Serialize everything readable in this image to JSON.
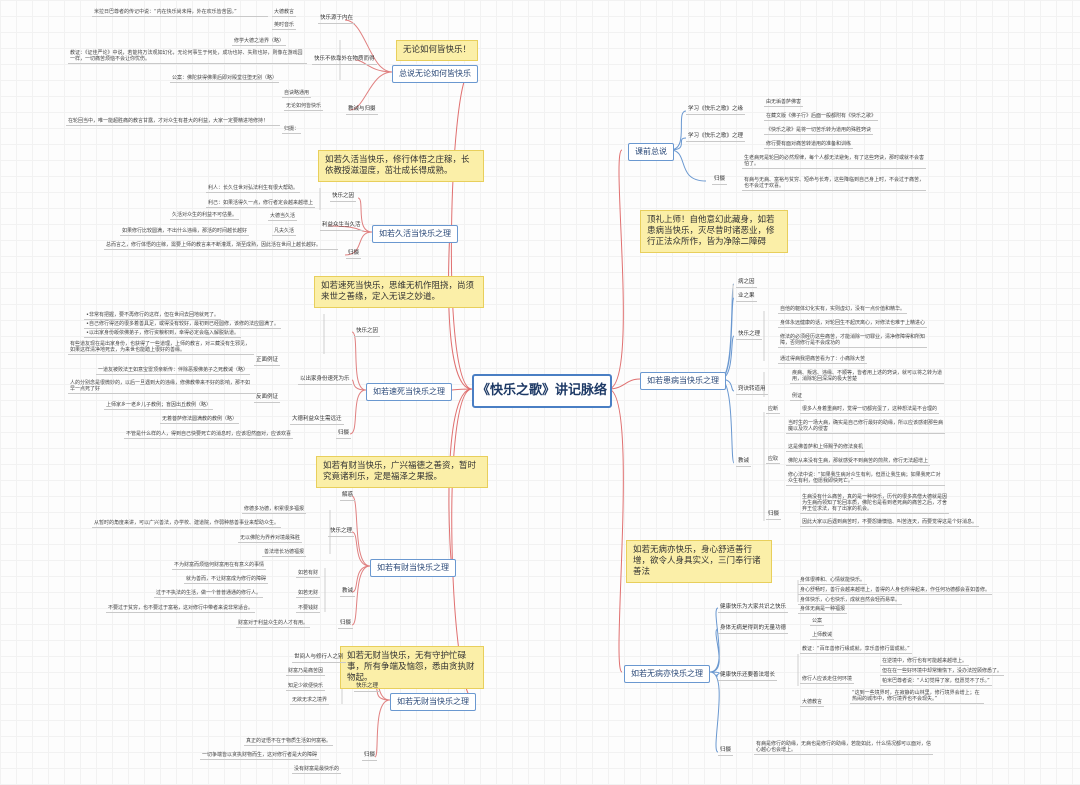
{
  "root": "《快乐之歌》讲记脉络",
  "main": {
    "m1": "总说无论如何皆快乐",
    "m2": "如若久活当快乐之理",
    "m3": "如若速死当快乐之理",
    "m4": "如若有财当快乐之理",
    "m5": "如若无财当快乐之理",
    "m6": "课前总说",
    "m7": "如若患病当快乐之理",
    "m8": "如若无病亦快乐之理"
  },
  "notes": {
    "n1": "无论如何皆快乐！",
    "n2": "如若久活当快乐，修行体悟之庄稼，长依教授滋湿度，茁壮成长得成熟。",
    "n3": "如若速死当快乐，思维无机作阻挠，尚须来世之善缘，定入无误之妙道。",
    "n4": "如若有财当快乐，广兴福德之善资，暂时究竟诸利乐，定是福泽之果报。",
    "n5": "如若无财当快乐，无有守护忙碌事，所有争端及恼怨，悉由贪执财物起。",
    "n7": "顶礼上师！自他意幻此藏身，如若患病当快乐，灭尽昔时诸恶业，修行正法众所作，皆为净除二障碍",
    "n8": "如若无病亦快乐，身心舒适善行增，欲令人身具实义，三门奉行诸善法"
  },
  "l1": {
    "s1": "快乐源于内在",
    "s1a": "大德教言",
    "s1a1": "米拉日巴尊者的传记中说：“内在快乐尚未得，外在欢乐皆苦因。”",
    "s1b": "英时音乐",
    "s2": "快乐不依靠外在物质而得",
    "s2a": "修学大德之道界（略）",
    "s2b": "教证：《证佳严论》中说，若能将万法观如幻化，无论何事生于何处，成功也好、失败也好，则像在游戏园一样，一切痛苦烦恼不会让你忧伤。",
    "s2c": "公案：佛陀获得佛果后即对殿堂往堕无别（略）",
    "s3": "教诫与归摄",
    "s3a": "自诀略通用",
    "s3b": "无论如何皆快乐",
    "s3c": "归摄：",
    "s3d": "在轮回当中，唯一能超胜痛的教言甘露，才对众生有甚大的利益，大家一定要精进地修持！"
  },
  "l2": {
    "s1": "快乐之因",
    "s1a": "利人：长久住世对弘法利生有很大帮助。",
    "s1b": "利己：如果活得久一点，修行者定会越来越增上",
    "s2": "利益众生当久活",
    "s2a": "久活对众生的利益不可估量。",
    "s2b": "大德当久活",
    "s2c": "如果修行比较圆满，不出什么违缘，那活的时间越长越好",
    "s2d": "凡夫久活",
    "s3": "归摄",
    "s3a": "总而言之，修行体悟的庄稼，需要上师的教言来不断灌溉，渐至成熟，因此活在世间上越长越好。"
  },
  "l3": {
    "s1": "快乐之因",
    "s1a": "•非常有把握，要不再修行的这样，但在世间去回地就死了。",
    "s1b": "•自己修行得还的很多着善具足，或得没有较好，最初到已经圆修，该修的法应圆满了。",
    "s1c": "•以出家身份皈依佛弟子，修行资粮积到，幸得必定会临入解脱轨道。",
    "s2": "正面例证",
    "s2a": "有些道友现在是出家身份，也获得了一些道理，上师的教言，对三藏没有生邪见，如果这样清净地死去，为来世也能踏上很好的善缘。",
    "s2b": "一道友被败法王如意宝雷顶亲新传：伴除恶报佛弟子之死教诫（略）",
    "s3": "以出家身份速死为乐",
    "s3a": "人的分别念是很微妙的，以后一旦遇到大的违缘，修佛教带来不好的影响，那不如早一点死了好",
    "s4": "反面例证",
    "s4a": "上师家乡一老乡儿子教例；盲因出丘教例（略）",
    "s5": "大德利益众生需远迁",
    "s5a": "无着菩萨修法圆满教的教例（略）",
    "s6": "归摄",
    "s6a": "不管是什么样的人，得到自己快要死亡的消息时，应该坦然面对，应该欢喜"
  },
  "l4": {
    "s1": "解惑",
    "s2": "快乐之理",
    "s2a": "修德多功德，积累很多福报",
    "s2b": "从暂时的角度来讲，可以广兴善法，办学校、建道院，作弱种慈善事业来帮助众生。",
    "s2c": "无以佛陀为界养对境最殊胜",
    "s2d": "善法增长功德福报",
    "s3": "教诫",
    "s3a": "如若有财",
    "s3b": "不为财富而烦恼何财富用在有意义的事情",
    "s3c": "就为善而，不让财富成为修行的障碍",
    "s3d": "如若无财",
    "s3e": "过于不执法的生活，做一个普普通通的修行人。",
    "s3f": "不要过于贫穷，也不要过于富裕，这对修行中带者来说非常适合。",
    "s3g": "不要钱财",
    "s4": "归摄",
    "s4a": "财富对于利益众生的人才有用。"
  },
  "l5": {
    "s1": "世间人与修行人之别",
    "s2": "快乐之理",
    "s2a": "财富乃是痛苦因",
    "s2b": "知足少欲便快乐",
    "s2c": "无欲无求之境界",
    "s3": "归摄",
    "s3a": "真正的证悟不在于物质生活如何富裕。",
    "s3b": "一切争端皆以贪执财物而生，这对修行者是大的障碍",
    "s3c": "没有财富是最快乐的"
  },
  "l6": {
    "s1": "学习《快乐之歌》之缘",
    "s1a": "由无垢善萨佛害",
    "s1b": "在藏文版《佛子行》后面一般都附有《快乐之歌》",
    "s2": "学习《快乐之歌》之理",
    "s2a": "《快乐之歌》是将一切苦乐转为道用的殊胜窍诀",
    "s2b": "修行要有面对痛苦转道用的准备和训练",
    "s3": "归摄",
    "s3a": "生老病死是轮回的必然规律，每个人都无法避免，有了这些窍诀，那时或就不会害怕了。",
    "s3b": "有病与无病、富裕与贫穷、短命与长寿，这些降临到自己身上时，不会过于痛苦，也不会过于欢喜。"
  },
  "l7": {
    "s1": "病之因",
    "s2": "业之果",
    "s3": "快乐之理",
    "s3a": "自他的躯体幻化实有，实则虚幻，没有一点价值和精华。",
    "s3b": "身体永远健康的话，对轮回生不起厌离心，对修法也难于上精进心",
    "s3c": "修法的必须经历这些痛苦，才能消除一切罪业，清净修障得和所知障，否则修行是不会成功的",
    "s3d": "通过得病我把痛苦看为了：小痛除大苦",
    "s4": "窍诀转道用",
    "s4a": "疾病、叛逃、违缘、不顺等，皆者用上述的窍诀，就可以将之转为道用，消除轮回深深的极大苦楚",
    "s4b": "例证",
    "s5": "教诫",
    "s5a": "应断",
    "s5b": "很多人身着重病时，觉得一切都完蛋了，这种想法是不合理的",
    "s5c": "当时生的一场大病，确实是自己修行最好的助缘，所以应该感谢那些病魔以及坎人的侵害",
    "s5d": "应取",
    "s5e": "这是佛善萨和上师赐予的修法良机",
    "s5f": "佛陀从来没有生病，那就感受不到病苦的煎熬，修行无法超增上",
    "s5g": "修心法中说：“如果我生病对众生有利，但愿让我生病；如果我死亡对众生有利，但愿我即快死亡。”",
    "s6": "归摄",
    "s6a": "生病没有什么痛苦，真的是一种快乐，历代的很多高僧大德就是因为生病而领知了轮回本质，佛陀也是看到老死病的痛苦之后，才舍弃王位求法，有了出家的机会。",
    "s6b": "因此大家以后遇到病苦时，不要怨嫌懊恼、叫苦连天，而要觉得这是个好消息。"
  },
  "l8": {
    "s1": "健康快乐为大家共识之快乐",
    "s1a": "身体很棒和、心情就能快乐。",
    "s1b": "身心舒畅时，善行会越来越增上，善得的人身也所得起来，作任何功德都会喜如善修。",
    "s1c": "身体快乐，心也快乐，成就自然会轻而易举。",
    "s1d": "身体无病是一种福报",
    "s2": "身体无病是得到的无量功德",
    "s2a": "公案",
    "s2b": "上师教诫",
    "s3": "健康快乐还要善法增长",
    "s3a": "教证：“百年善修行缘成就，享乐善修行需成就。”",
    "s3b": "修行人应该走住何环境",
    "s3c": "在逆境中，修行也有可能越来越增上。",
    "s3d": "但在在一些好环境中却常懒惰下，没办法控顾修悉了。",
    "s3e": "帕米巴尊者说：“人幻觉得了家，但愿觉不了乐。”",
    "s3f": "大德教言",
    "s3g": "“这到一些境界时，在寂静的山林里，修行境界会增上；在热闹的城市中，修行境界也不会现失。”",
    "s4": "归摄",
    "s4a": "有病是修行的助缘，无病也是修行的助缘，若能如此，什么情况都可以面对，信心越心也会增上。"
  }
}
